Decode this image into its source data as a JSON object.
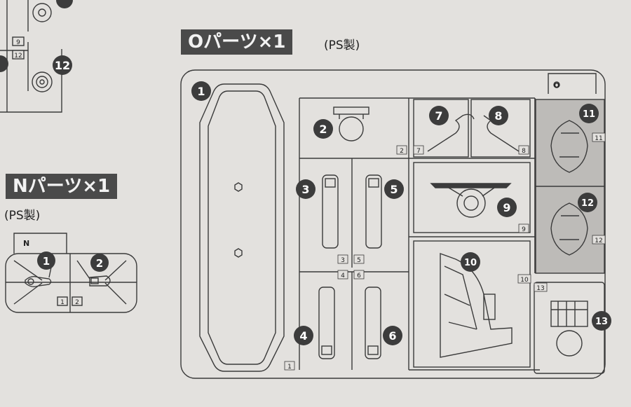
{
  "o_sheet": {
    "title": "Oパーツ×1",
    "material": "(PS製)",
    "gate_label": "O",
    "parts": [
      {
        "num": "1",
        "tag": "1"
      },
      {
        "num": "2",
        "tag": "2"
      },
      {
        "num": "3",
        "tag": "3"
      },
      {
        "num": "4",
        "tag": "4"
      },
      {
        "num": "5",
        "tag": "5"
      },
      {
        "num": "6",
        "tag": "6"
      },
      {
        "num": "7",
        "tag": "7"
      },
      {
        "num": "8",
        "tag": "8"
      },
      {
        "num": "9",
        "tag": "9"
      },
      {
        "num": "10",
        "tag": "10"
      },
      {
        "num": "11",
        "tag": "11"
      },
      {
        "num": "12",
        "tag": "12"
      },
      {
        "num": "13",
        "tag": "13"
      }
    ]
  },
  "n_sheet": {
    "title": "Nパーツ×1",
    "material": "(PS製)",
    "gate_label": "N",
    "parts": [
      {
        "num": "1",
        "tag": "1"
      },
      {
        "num": "2",
        "tag": "2"
      }
    ]
  },
  "partial_sheet": {
    "tags": [
      "9",
      "12"
    ],
    "parts": [
      "12"
    ]
  },
  "colors": {
    "background": "#e3e1de",
    "line": "#3a3a3a",
    "marker": "#3c3c3c",
    "highlight": "#bdbbb8"
  }
}
